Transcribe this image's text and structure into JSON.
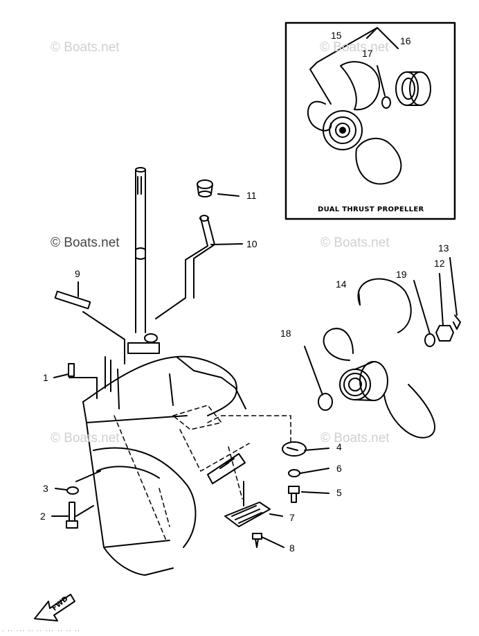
{
  "watermark": {
    "text": "© Boats.net",
    "color": "#cfcfcf"
  },
  "inset": {
    "caption": "DUAL THRUST PROPELLER",
    "callouts": [
      "15",
      "16",
      "17"
    ]
  },
  "callouts": {
    "c1": "1",
    "c2": "2",
    "c3": "3",
    "c4": "4",
    "c5": "5",
    "c6": "6",
    "c7": "7",
    "c8": "8",
    "c9": "9",
    "c10": "10",
    "c11": "11",
    "c12": "12",
    "c13": "13",
    "c14": "14",
    "c18": "18",
    "c19": "19"
  },
  "direction_marker": {
    "label": "FWD",
    "icon": "forward-arrow-icon"
  },
  "footer": {
    "text": "- ·· ··· ·· ·· ··· ·· ·· ··"
  },
  "colors": {
    "ink": "#000000",
    "paper": "#ffffff"
  }
}
